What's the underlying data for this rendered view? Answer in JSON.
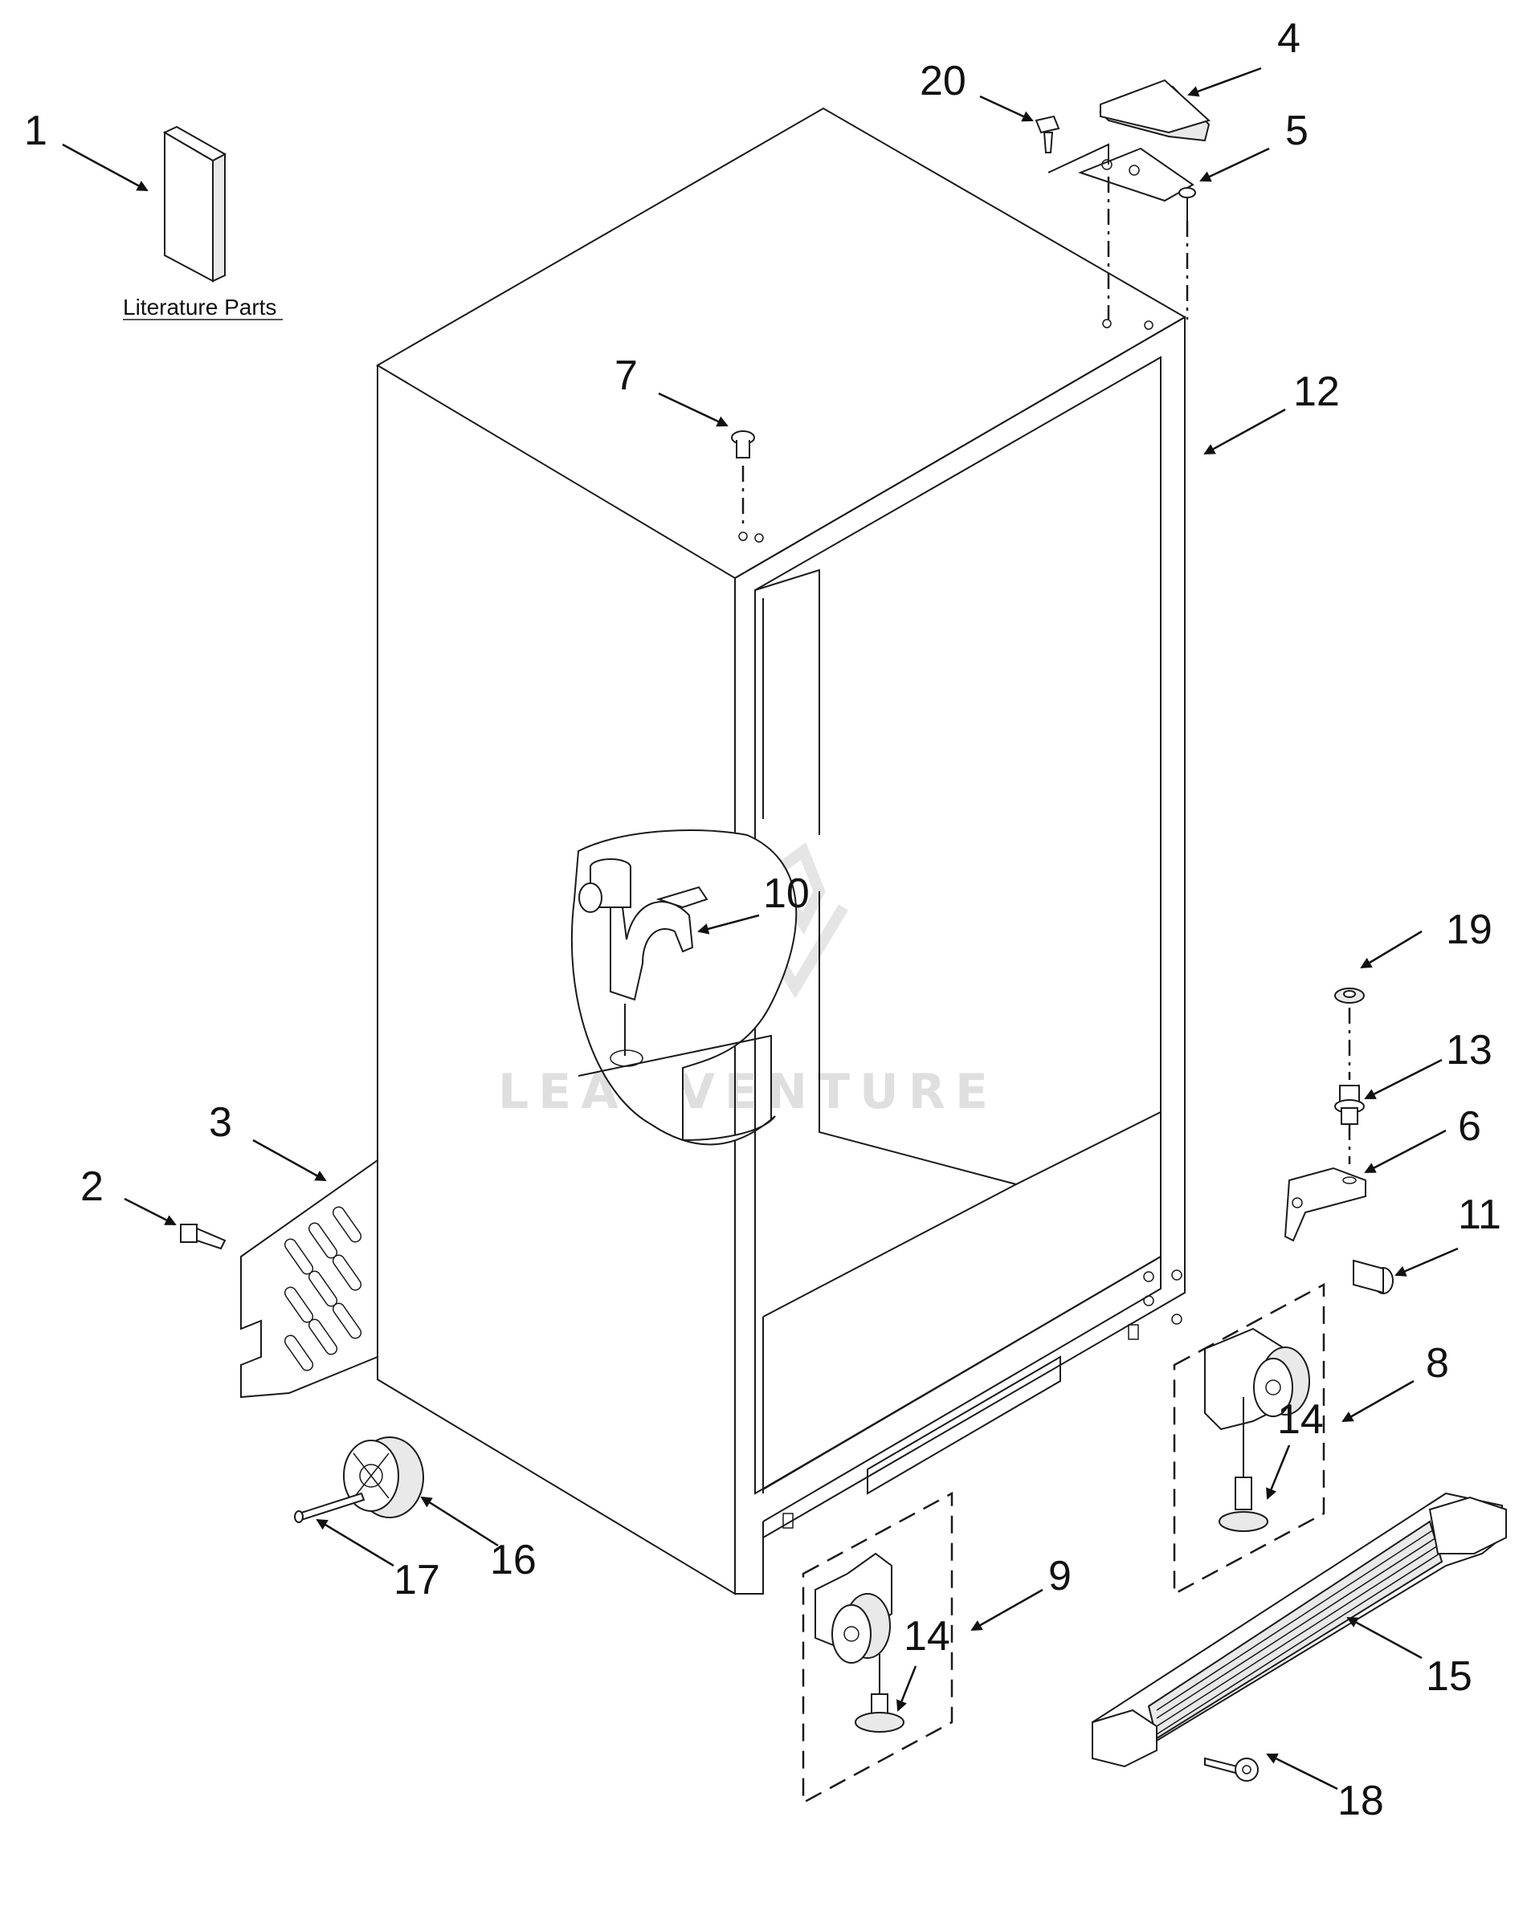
{
  "literature_label": "Literature Parts",
  "watermark": "LEADVENTURE",
  "callouts": [
    {
      "id": "1",
      "label": "1"
    },
    {
      "id": "2",
      "label": "2"
    },
    {
      "id": "3",
      "label": "3"
    },
    {
      "id": "4",
      "label": "4"
    },
    {
      "id": "5",
      "label": "5"
    },
    {
      "id": "6",
      "label": "6"
    },
    {
      "id": "7",
      "label": "7"
    },
    {
      "id": "8",
      "label": "8"
    },
    {
      "id": "9",
      "label": "9"
    },
    {
      "id": "10",
      "label": "10"
    },
    {
      "id": "11",
      "label": "11"
    },
    {
      "id": "12",
      "label": "12"
    },
    {
      "id": "13",
      "label": "13"
    },
    {
      "id": "14a",
      "label": "14"
    },
    {
      "id": "14b",
      "label": "14"
    },
    {
      "id": "15",
      "label": "15"
    },
    {
      "id": "16",
      "label": "16"
    },
    {
      "id": "17",
      "label": "17"
    },
    {
      "id": "18",
      "label": "18"
    },
    {
      "id": "19",
      "label": "19"
    },
    {
      "id": "20",
      "label": "20"
    }
  ]
}
